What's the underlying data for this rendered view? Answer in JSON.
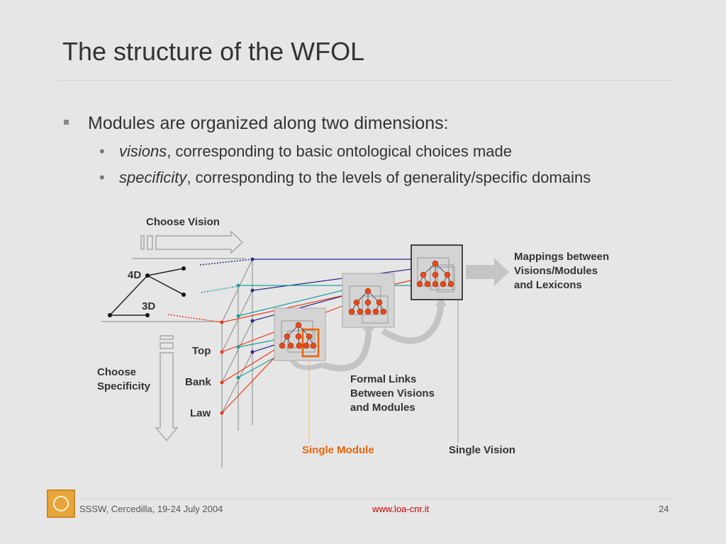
{
  "slide": {
    "title": "The structure of the WFOL",
    "bullet_main": "Modules are organized along two dimensions:",
    "sub_bullets": [
      {
        "term": "visions",
        "rest": ", corresponding to basic ontological choices made"
      },
      {
        "term": "specificity",
        "rest": ", corresponding to the levels of generality/specific domains"
      }
    ],
    "sub_bullet_marker": "•"
  },
  "diagram": {
    "choose_vision": "Choose Vision",
    "label_4d": "4D",
    "label_3d": "3D",
    "choose_specificity": "Choose\nSpecificity",
    "levels": [
      "Top",
      "Bank",
      "Law"
    ],
    "mappings": "Mappings between\nVisions/Modules\nand Lexicons",
    "formal_links": "Formal Links\nBetween Visions\nand Modules",
    "single_module": "Single Module",
    "single_vision": "Single Vision",
    "colors": {
      "accent_orange": "#e8640a",
      "node_red": "#e84a1a",
      "navy": "#2a2a8a",
      "teal": "#1aa0a0",
      "red_line": "#e83a1a"
    }
  },
  "footer": {
    "event": "SSSW, Cercedilla, 19-24 July 2004",
    "url": "www.loa-cnr.it",
    "page": "24",
    "logo_icon": "loa-logo-icon"
  }
}
